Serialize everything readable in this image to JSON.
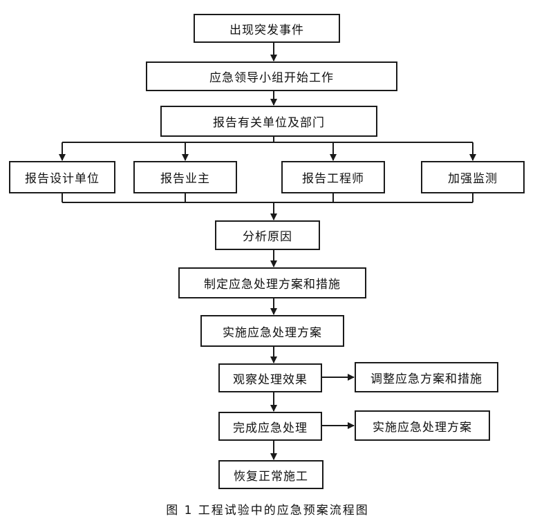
{
  "nodes": {
    "start": "出现突发事件",
    "leader": "应急领导小组开始工作",
    "report": "报告有关单位及部门",
    "report_design": "报告设计单位",
    "report_owner": "报告业主",
    "report_engineer": "报告工程师",
    "monitor": "加强监测",
    "analyze": "分析原因",
    "plan": "制定应急处理方案和措施",
    "implement": "实施应急处理方案",
    "observe": "观察处理效果",
    "adjust": "调整应急方案和措施",
    "complete": "完成应急处理",
    "implement2": "实施应急处理方案",
    "resume": "恢复正常施工"
  },
  "caption": "图 1   工程试验中的应急预案流程图"
}
